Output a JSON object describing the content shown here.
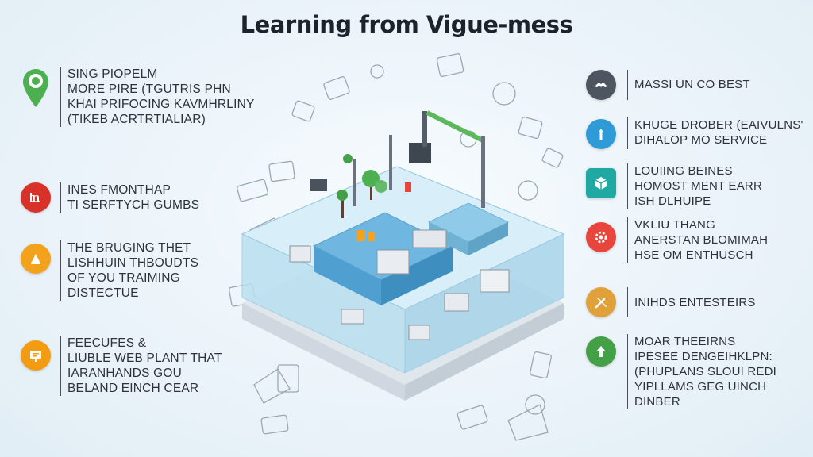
{
  "title": "Learning from Vigue-mess",
  "colors": {
    "green": "#4caf50",
    "red": "#d8312a",
    "orange": "#f2a21b",
    "amber": "#f39c12",
    "slate": "#4d5561",
    "blue": "#2f9bd6",
    "teal": "#1fa9a2",
    "coral": "#e8453c",
    "gold": "#e0a13a",
    "leaf": "#43a047",
    "water": "#bfe3f3"
  },
  "left_items": [
    {
      "icon": "map-pin-icon",
      "lines": [
        "SING PIOPELM",
        "MORE PIRE (TGUTRIS PHN",
        "KHAI PRIFOCING KAVMHRLINY",
        "(TIKEB ACRTRTIALIAR)"
      ]
    },
    {
      "icon": "letter-n-icon",
      "lines": [
        "INES FMONTHAP",
        "TI SERFTYCH GUMBS"
      ]
    },
    {
      "icon": "hand-icon",
      "lines": [
        "THE BRUGING THET",
        "LISHHUIN THBOUDTS",
        "OF YOU TRAIMING",
        "DISTECTUE"
      ]
    },
    {
      "icon": "presentation-icon",
      "lines": [
        "FEECUFES &",
        "LIUBLE WEB PLANT THAT",
        "IARANHANDS GOU",
        "BELAND EINCH CEAR"
      ]
    }
  ],
  "right_items": [
    {
      "icon": "handshake-icon",
      "lines": [
        "MASSI UN CO BEST"
      ]
    },
    {
      "icon": "person-icon",
      "lines": [
        "KHUGE DROBER (EAIVULNS'",
        "DIHALOP MO SERVICE"
      ]
    },
    {
      "icon": "cube-icon",
      "lines": [
        "LOUIING BEINES",
        "HOMOST MENT EARR",
        "ISH DLHUIPE"
      ]
    },
    {
      "icon": "gear-shield-icon",
      "lines": [
        "VKLIU THANG",
        "ANERSTAN BLOMIMAH",
        "HSE OM ENTHUSCH"
      ]
    },
    {
      "icon": "tools-icon",
      "lines": [
        "INIHDS ENTESTEIRS"
      ]
    },
    {
      "icon": "arrow-up-icon",
      "lines": [
        "MOAR THEEIRNS",
        "IPESEE DENGEIHKLPN:",
        "(PHUPLANS SLOUI REDI",
        "YIPLLAMS GEG UINCH",
        "DINBER"
      ]
    }
  ]
}
